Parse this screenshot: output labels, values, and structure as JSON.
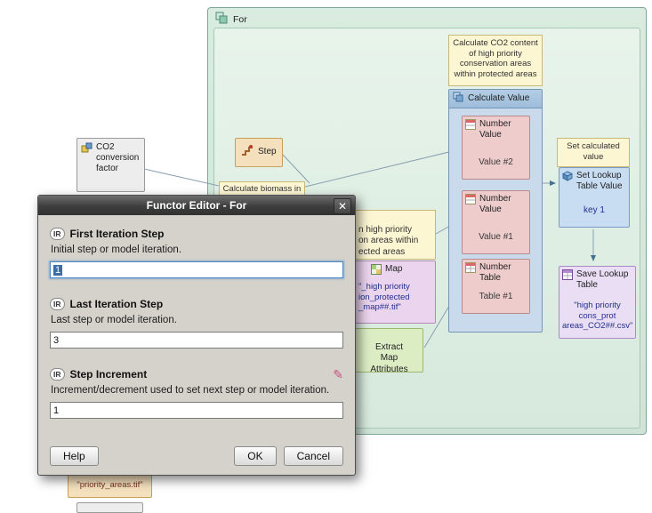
{
  "canvas": {
    "for_container": {
      "label": "For"
    },
    "co2_factor": {
      "label": "CO2 conversion factor"
    },
    "step": {
      "label": "Step"
    },
    "biomass_note": {
      "text": "Calculate biomass in"
    },
    "co2_note": {
      "text": "Calculate CO2 content of high priority conservation areas within protected areas"
    },
    "calculate_value": {
      "label": "Calculate Value",
      "value2": {
        "type": "Number Value",
        "name": "Value #2"
      },
      "value1": {
        "type": "Number Value",
        "name": "Value #1"
      },
      "table1": {
        "type": "Number Table",
        "name": "Table #1"
      }
    },
    "set_calc_note": {
      "text": "Set calculated value"
    },
    "set_lookup": {
      "label": "Set Lookup Table Value",
      "key": "key 1"
    },
    "save_lookup": {
      "label": "Save Lookup Table",
      "value": "\"high priority cons_prot areas_CO2##.csv\""
    },
    "hp_note": {
      "text": "n high priority\non areas within\nected areas"
    },
    "map_node": {
      "label": "Map",
      "value": "\"_high priority\nion_protected\n_map##.tif\""
    },
    "extract": {
      "label": "Extract\nMap\nAttributes"
    },
    "priority_areas": {
      "value": "\"priority_areas.tif\""
    }
  },
  "dialog": {
    "title": "Functor Editor - For",
    "close_glyph": "✕",
    "edit_glyph": "✎",
    "sections": [
      {
        "badge": "IR",
        "label": "First Iteration Step",
        "desc": "Initial step or model iteration.",
        "value": "1"
      },
      {
        "badge": "IR",
        "label": "Last Iteration Step",
        "desc": "Last step or model iteration.",
        "value": "3"
      },
      {
        "badge": "IR",
        "label": "Step Increment",
        "desc": "Increment/decrement used to set next step or model iteration.",
        "value": "1"
      }
    ],
    "buttons": {
      "help": "Help",
      "ok": "OK",
      "cancel": "Cancel"
    }
  }
}
